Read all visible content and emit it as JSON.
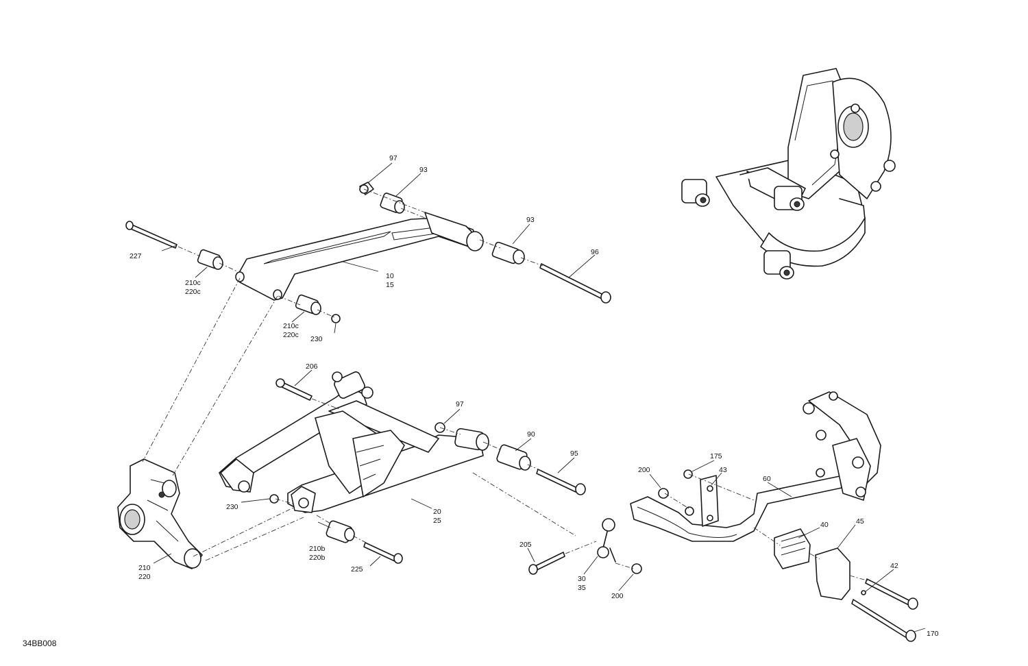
{
  "drawing_ref": "34BB008",
  "callouts": [
    {
      "id": "c97a",
      "lines": [
        "97"
      ]
    },
    {
      "id": "c93a",
      "lines": [
        "93"
      ]
    },
    {
      "id": "c93b",
      "lines": [
        "93"
      ]
    },
    {
      "id": "c96",
      "lines": [
        "96"
      ]
    },
    {
      "id": "c227",
      "lines": [
        "227"
      ]
    },
    {
      "id": "c210c_a",
      "lines": [
        "210c",
        "220c"
      ]
    },
    {
      "id": "c10",
      "lines": [
        "10",
        "15"
      ]
    },
    {
      "id": "c210c_b",
      "lines": [
        "210c",
        "220c"
      ]
    },
    {
      "id": "c230a",
      "lines": [
        "230"
      ]
    },
    {
      "id": "c206",
      "lines": [
        "206"
      ]
    },
    {
      "id": "c97b",
      "lines": [
        "97"
      ]
    },
    {
      "id": "c90",
      "lines": [
        "90"
      ]
    },
    {
      "id": "c95",
      "lines": [
        "95"
      ]
    },
    {
      "id": "c230b",
      "lines": [
        "230"
      ]
    },
    {
      "id": "c20",
      "lines": [
        "20",
        "25"
      ]
    },
    {
      "id": "c210b",
      "lines": [
        "210b",
        "220b"
      ]
    },
    {
      "id": "c225",
      "lines": [
        "225"
      ]
    },
    {
      "id": "c210",
      "lines": [
        "210",
        "220"
      ]
    },
    {
      "id": "c175",
      "lines": [
        "175"
      ]
    },
    {
      "id": "c200a",
      "lines": [
        "200"
      ]
    },
    {
      "id": "c43",
      "lines": [
        "43"
      ]
    },
    {
      "id": "c60",
      "lines": [
        "60"
      ]
    },
    {
      "id": "c40",
      "lines": [
        "40"
      ]
    },
    {
      "id": "c45",
      "lines": [
        "45"
      ]
    },
    {
      "id": "c42",
      "lines": [
        "42"
      ]
    },
    {
      "id": "c170",
      "lines": [
        "170"
      ]
    },
    {
      "id": "c205",
      "lines": [
        "205"
      ]
    },
    {
      "id": "c30",
      "lines": [
        "30",
        "35"
      ]
    },
    {
      "id": "c200b",
      "lines": [
        "200"
      ]
    }
  ]
}
